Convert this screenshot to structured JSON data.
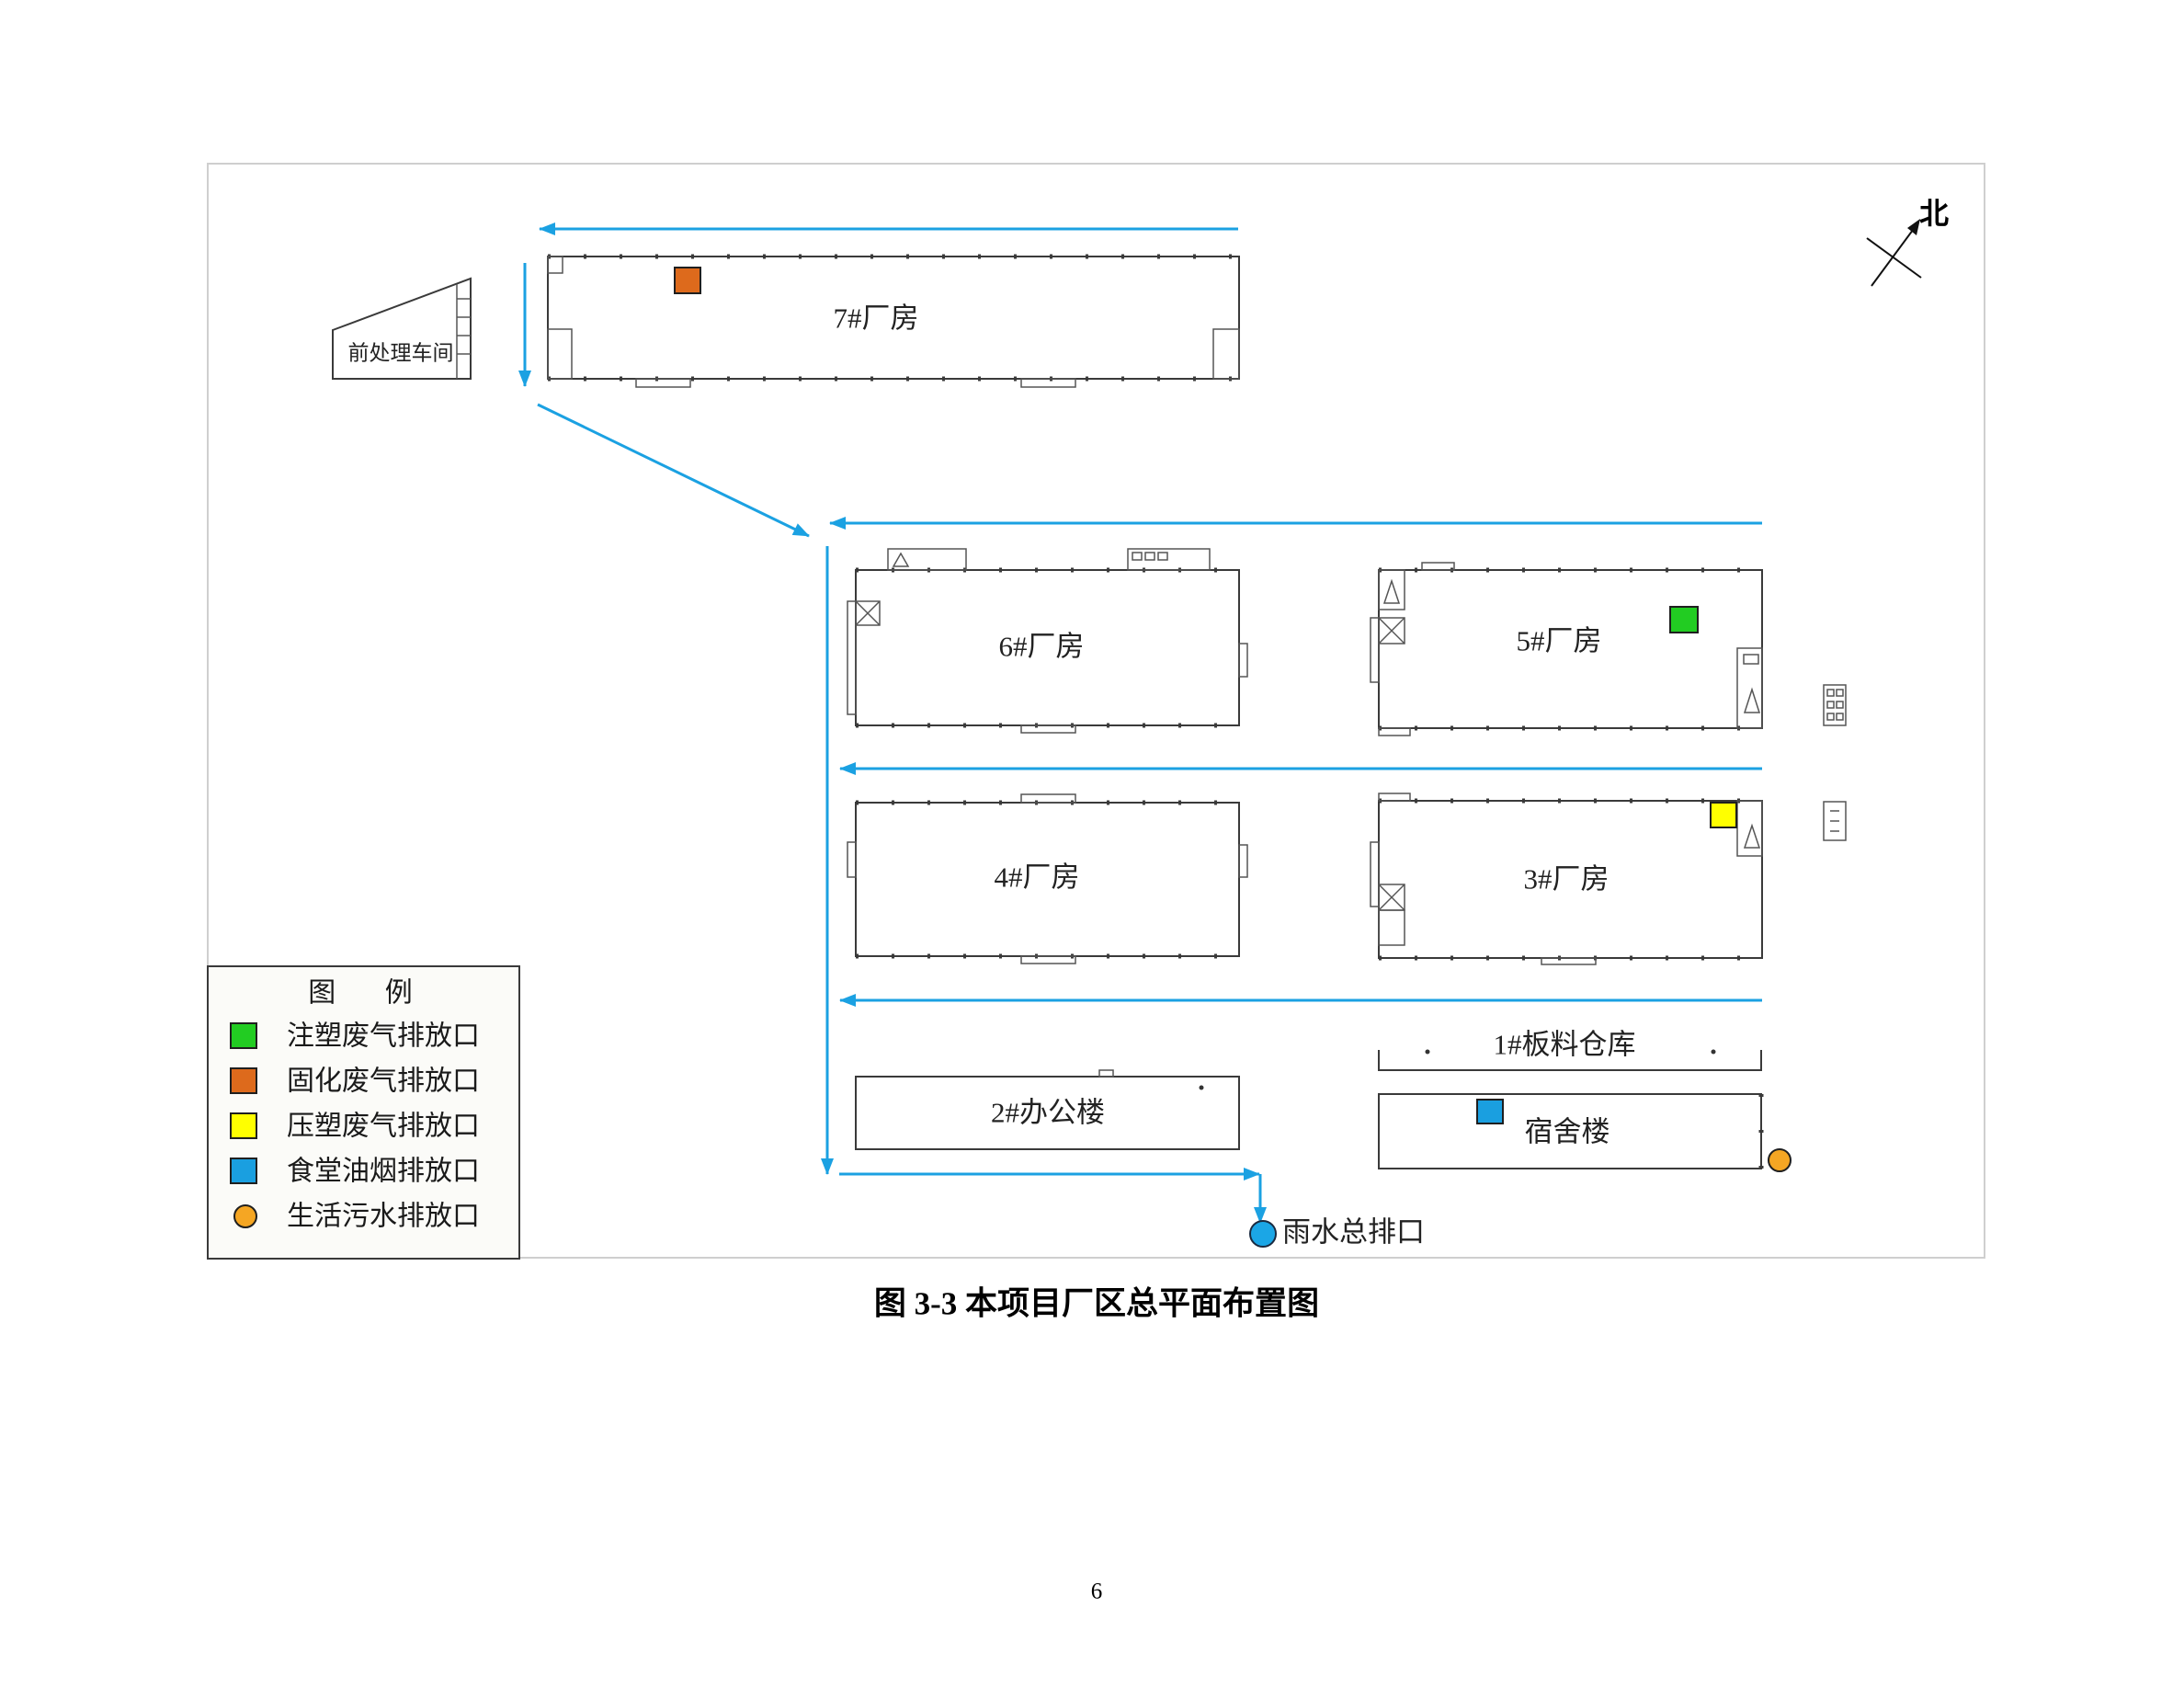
{
  "page": {
    "number": "6"
  },
  "figure": {
    "caption": "图 3-3 本项目厂区总平面布置图",
    "north_label": "北",
    "flow_color": "#1ba1e2",
    "buildings": {
      "pretreatment": "前处理车间",
      "plant7": "7#厂房",
      "plant6": "6#厂房",
      "plant5": "5#厂房",
      "plant4": "4#厂房",
      "plant3": "3#厂房",
      "warehouse1": "1#板料仓库",
      "office2": "2#办公楼",
      "dormitory": "宿舍楼"
    },
    "rain_outfall": {
      "label": "雨水总排口",
      "color": "#1ba6e6"
    },
    "legend": {
      "title": "图 例",
      "items": [
        {
          "label": "注塑废气排放口",
          "icon": "square",
          "color": "#22cc22"
        },
        {
          "label": "固化废气排放口",
          "icon": "square",
          "color": "#dd6a1c"
        },
        {
          "label": "压塑废气排放口",
          "icon": "square",
          "color": "#ffff00"
        },
        {
          "label": "食堂油烟排放口",
          "icon": "square",
          "color": "#1a9fe0"
        },
        {
          "label": "生活污水排放口",
          "icon": "circle",
          "color": "#f5a623"
        }
      ]
    }
  }
}
